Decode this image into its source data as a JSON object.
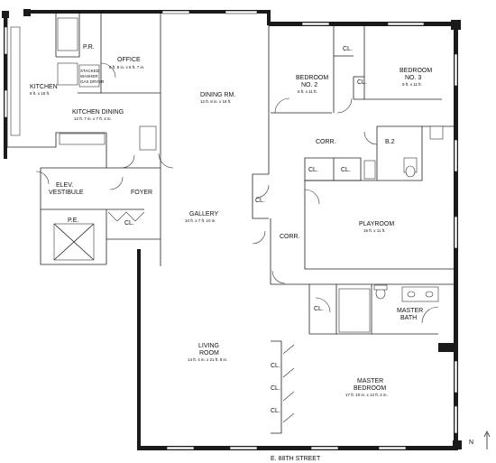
{
  "rooms": {
    "pr": {
      "name": "P.R."
    },
    "office": {
      "name": "OFFICE",
      "size": "8 ft. 8 in. x 8 ft. 7 in."
    },
    "kitchen": {
      "name": "KITCHEN",
      "size": "8 ft. x 15 ft."
    },
    "kitchen_dining": {
      "name": "KITCHEN DINING",
      "size": "12 ft. 7 in. x 7 ft. 2 in."
    },
    "washer": {
      "line1": "STACKED",
      "line2": "WASHER",
      "line3": "GAS DRYER"
    },
    "dining": {
      "name": "DINING RM.",
      "size": "12 ft. 8 in. x 18 ft."
    },
    "bedroom2": {
      "name1": "BEDROOM",
      "name2": "NO. 2",
      "size": "8 ft. x 11 ft."
    },
    "bedroom3": {
      "name1": "BEDROOM",
      "name2": "NO. 3",
      "size": "9 ft. x 11 ft."
    },
    "corr_upper": {
      "name": "CORR."
    },
    "corr_lower": {
      "name": "CORR."
    },
    "b2": {
      "name": "B.2"
    },
    "elev": {
      "name1": "ELEV.",
      "name2": "VESTIBULE"
    },
    "foyer": {
      "name": "FOYER"
    },
    "pe": {
      "name": "P.E."
    },
    "gallery": {
      "name": "GALLERY",
      "size": "10 ft. x 7 ft. 10 in."
    },
    "playroom": {
      "name": "PLAYROOM",
      "size": "16 ft. x 11 ft."
    },
    "master_bath": {
      "name1": "MASTER",
      "name2": "BATH"
    },
    "living": {
      "name1": "LIVING",
      "name2": "ROOM",
      "size": "14 ft. 4 in. x 21 ft. 8 in."
    },
    "master_bed": {
      "name1": "MASTER",
      "name2": "BEDROOM",
      "size": "17 ft. 10 in. x 12 ft. 2 in."
    }
  },
  "closet_label": "CL.",
  "street": "E. 88TH STREET",
  "north": "N"
}
